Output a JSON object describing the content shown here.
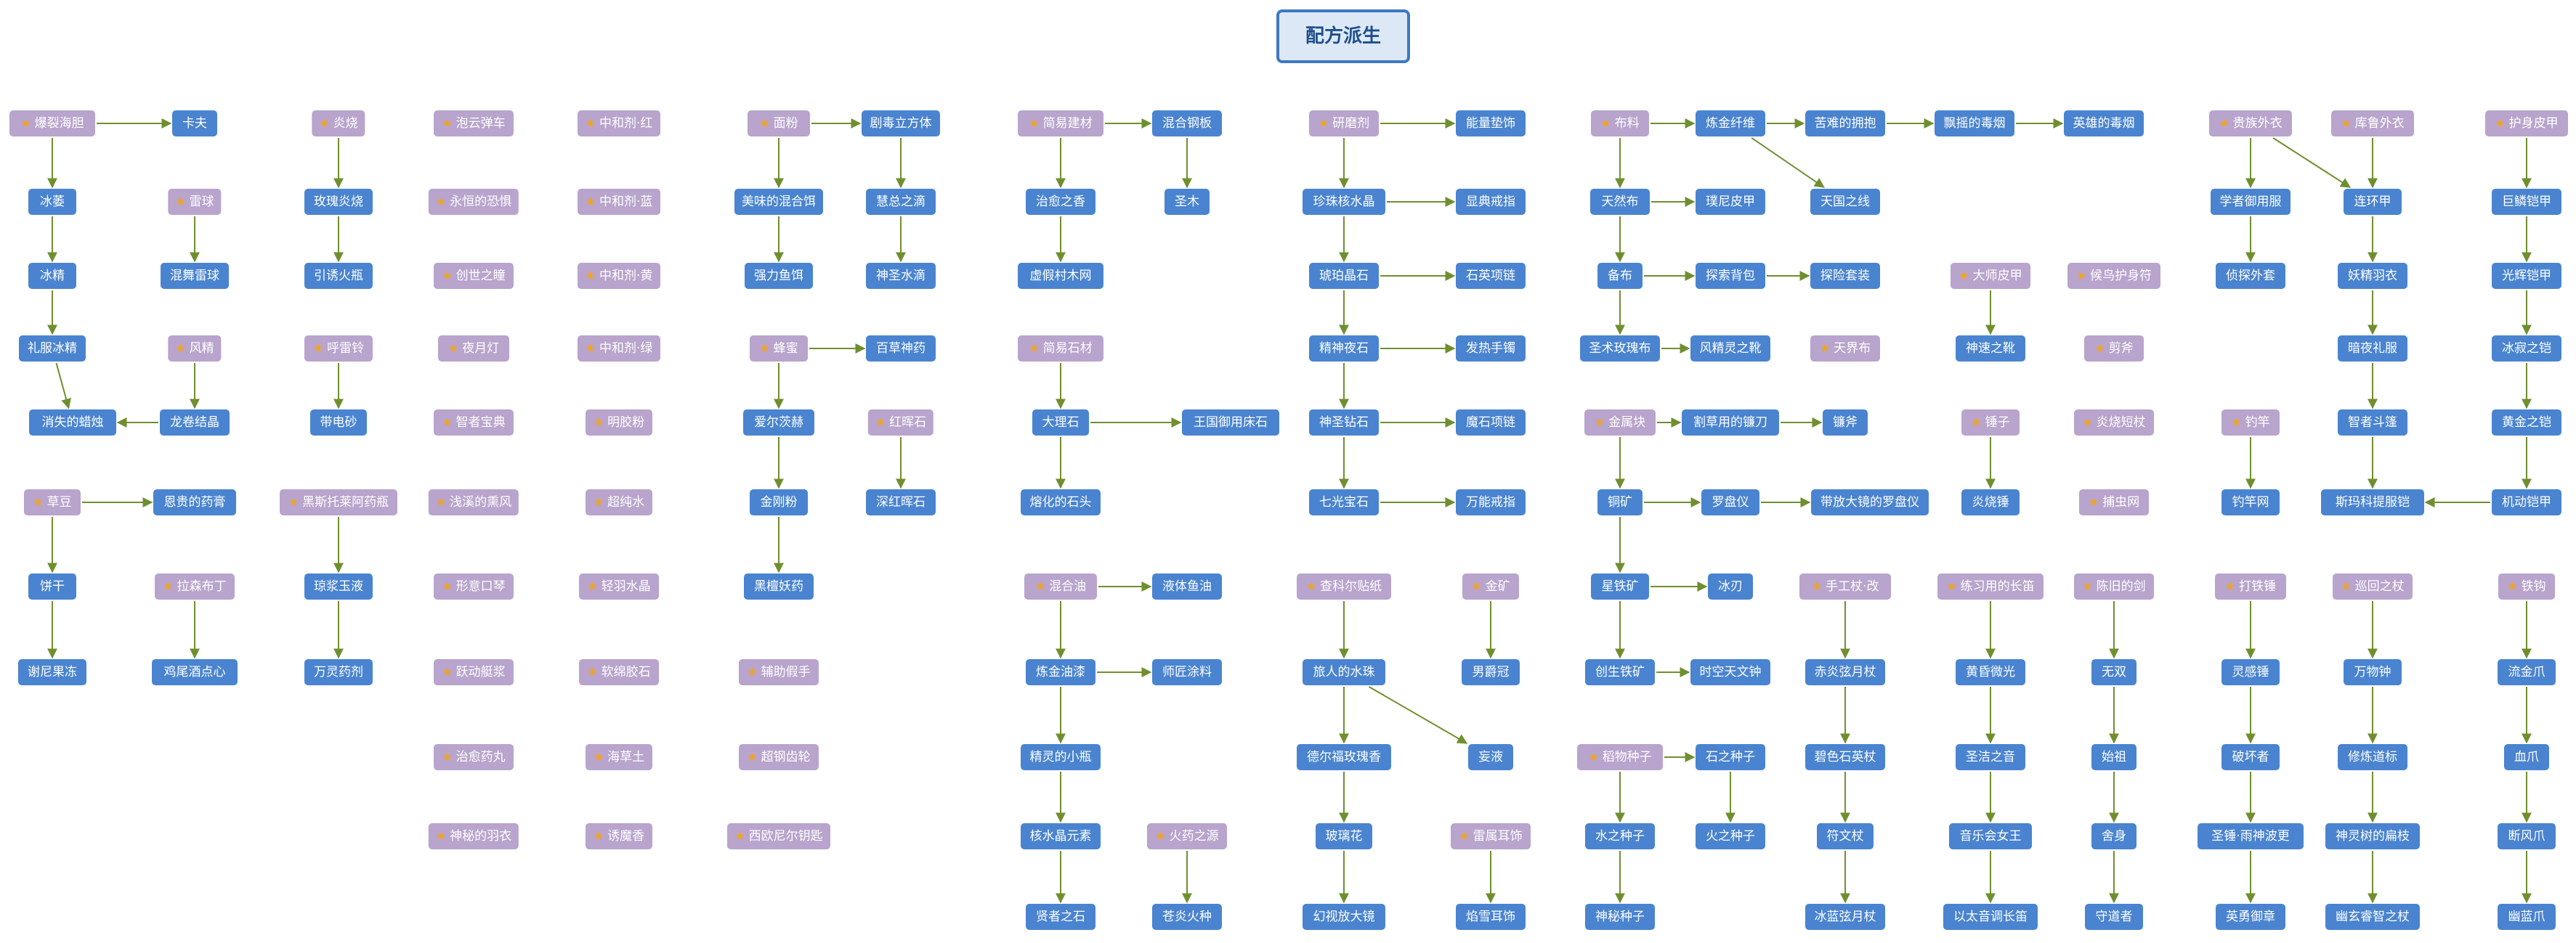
{
  "title": "配方派生",
  "colors": {
    "derived": "#4a84d0",
    "base": "#b8a4cc",
    "edge": "#6f8f2f",
    "star": "#f2a51c",
    "title_border": "#3d78c4",
    "title_bg": "#dde8f6"
  },
  "nodes": {
    "n1": {
      "label": "爆裂海胆",
      "type": "base"
    },
    "n2": {
      "label": "卡夫",
      "type": "derived"
    },
    "n3": {
      "label": "冰萎",
      "type": "derived"
    },
    "n4": {
      "label": "冰精",
      "type": "derived"
    },
    "n5": {
      "label": "礼服冰精",
      "type": "derived"
    },
    "n6": {
      "label": "消失的蜡烛",
      "type": "derived"
    },
    "n7": {
      "label": "雷球",
      "type": "base"
    },
    "n8": {
      "label": "混舞雷球",
      "type": "derived"
    },
    "n9": {
      "label": "风精",
      "type": "base"
    },
    "n10": {
      "label": "龙卷结晶",
      "type": "derived"
    },
    "n11": {
      "label": "草豆",
      "type": "base"
    },
    "n12": {
      "label": "恩贵的药膏",
      "type": "derived"
    },
    "n13": {
      "label": "饼干",
      "type": "derived"
    },
    "n14": {
      "label": "谢尼果冻",
      "type": "derived"
    },
    "n15": {
      "label": "拉森布丁",
      "type": "base"
    },
    "n16": {
      "label": "鸡尾酒点心",
      "type": "derived"
    },
    "n17": {
      "label": "炎烧",
      "type": "base"
    },
    "n18": {
      "label": "玫瑰炎烧",
      "type": "derived"
    },
    "n19": {
      "label": "引诱火瓶",
      "type": "derived"
    },
    "n20": {
      "label": "呼雷铃",
      "type": "base"
    },
    "n21": {
      "label": "带电砂",
      "type": "derived"
    },
    "n22": {
      "label": "黑斯托莱阿药瓶",
      "type": "base"
    },
    "n23": {
      "label": "琼浆玉液",
      "type": "derived"
    },
    "n24": {
      "label": "万灵药剂",
      "type": "derived"
    },
    "n25": {
      "label": "泡云弹车",
      "type": "base"
    },
    "n26": {
      "label": "永恒的恐惧",
      "type": "base"
    },
    "n27": {
      "label": "创世之瞳",
      "type": "base"
    },
    "n28": {
      "label": "夜月灯",
      "type": "base"
    },
    "n29": {
      "label": "智者宝典",
      "type": "base"
    },
    "n30": {
      "label": "浅溪的熏风",
      "type": "base"
    },
    "n31": {
      "label": "形意口琴",
      "type": "base"
    },
    "n32": {
      "label": "跃动艇浆",
      "type": "base"
    },
    "n33": {
      "label": "治愈药丸",
      "type": "base"
    },
    "n34": {
      "label": "神秘的羽衣",
      "type": "base"
    },
    "n35": {
      "label": "中和剂·红",
      "type": "base"
    },
    "n36": {
      "label": "中和剂·蓝",
      "type": "base"
    },
    "n37": {
      "label": "中和剂·黄",
      "type": "base"
    },
    "n38": {
      "label": "中和剂·绿",
      "type": "base"
    },
    "n39": {
      "label": "明胶粉",
      "type": "base"
    },
    "n40": {
      "label": "超纯水",
      "type": "base"
    },
    "n41": {
      "label": "轻羽水晶",
      "type": "base"
    },
    "n42": {
      "label": "软绵胶石",
      "type": "base"
    },
    "n43": {
      "label": "海草土",
      "type": "base"
    },
    "n44": {
      "label": "诱魔香",
      "type": "base"
    },
    "n45": {
      "label": "面粉",
      "type": "base"
    },
    "n46": {
      "label": "剧毒立方体",
      "type": "derived"
    },
    "n47": {
      "label": "美味的混合饵",
      "type": "derived"
    },
    "n48": {
      "label": "强力鱼饵",
      "type": "derived"
    },
    "n49": {
      "label": "慧总之滴",
      "type": "derived"
    },
    "n50": {
      "label": "神圣水滴",
      "type": "derived"
    },
    "n51": {
      "label": "蜂蜜",
      "type": "base"
    },
    "n52": {
      "label": "百草神药",
      "type": "derived"
    },
    "n53": {
      "label": "爱尔茨赫",
      "type": "derived"
    },
    "n54": {
      "label": "金刚粉",
      "type": "derived"
    },
    "n55": {
      "label": "黑檀妖药",
      "type": "derived"
    },
    "n56": {
      "label": "红晖石",
      "type": "base"
    },
    "n57": {
      "label": "深红晖石",
      "type": "derived"
    },
    "n58": {
      "label": "辅助假手",
      "type": "base"
    },
    "n59": {
      "label": "超钢齿轮",
      "type": "base"
    },
    "n60": {
      "label": "西欧尼尔钥匙",
      "type": "base"
    },
    "n61": {
      "label": "简易建材",
      "type": "base"
    },
    "n62": {
      "label": "混合钢板",
      "type": "derived"
    },
    "n63": {
      "label": "治愈之香",
      "type": "derived"
    },
    "n64": {
      "label": "虚假村木网",
      "type": "derived"
    },
    "n65": {
      "label": "圣木",
      "type": "derived"
    },
    "n66": {
      "label": "简易石材",
      "type": "base"
    },
    "n67": {
      "label": "大理石",
      "type": "derived"
    },
    "n68": {
      "label": "王国御用床石",
      "type": "derived"
    },
    "n69": {
      "label": "熔化的石头",
      "type": "derived"
    },
    "n70": {
      "label": "混合油",
      "type": "base"
    },
    "n71": {
      "label": "液体鱼油",
      "type": "derived"
    },
    "n72": {
      "label": "炼金油漆",
      "type": "derived"
    },
    "n73": {
      "label": "师匠涂料",
      "type": "derived"
    },
    "n74": {
      "label": "精灵的小瓶",
      "type": "derived"
    },
    "n75": {
      "label": "核水晶元素",
      "type": "derived"
    },
    "n76": {
      "label": "贤者之石",
      "type": "derived"
    },
    "n77": {
      "label": "火药之源",
      "type": "base"
    },
    "n78": {
      "label": "苍炎火种",
      "type": "derived"
    },
    "n79": {
      "label": "研磨剂",
      "type": "base"
    },
    "n80": {
      "label": "能量垫饰",
      "type": "derived"
    },
    "n81": {
      "label": "珍珠核水晶",
      "type": "derived"
    },
    "n82": {
      "label": "琥珀晶石",
      "type": "derived"
    },
    "n83": {
      "label": "精神夜石",
      "type": "derived"
    },
    "n84": {
      "label": "神圣钻石",
      "type": "derived"
    },
    "n85": {
      "label": "七光宝石",
      "type": "derived"
    },
    "n86": {
      "label": "显典戒指",
      "type": "derived"
    },
    "n87": {
      "label": "石英项链",
      "type": "derived"
    },
    "n88": {
      "label": "发热手镯",
      "type": "derived"
    },
    "n89": {
      "label": "魔石项链",
      "type": "derived"
    },
    "n90": {
      "label": "万能戒指",
      "type": "derived"
    },
    "n91": {
      "label": "查科尔贴纸",
      "type": "base"
    },
    "n92": {
      "label": "旅人的水珠",
      "type": "derived"
    },
    "n93": {
      "label": "德尔福玫瑰香",
      "type": "derived"
    },
    "n94": {
      "label": "玻璃花",
      "type": "derived"
    },
    "n95": {
      "label": "幻视放大镜",
      "type": "derived"
    },
    "n96": {
      "label": "金矿",
      "type": "base"
    },
    "n97": {
      "label": "男爵冠",
      "type": "derived"
    },
    "n98": {
      "label": "妄液",
      "type": "derived"
    },
    "n99": {
      "label": "雷属耳饰",
      "type": "base"
    },
    "n100": {
      "label": "焰雪耳饰",
      "type": "derived"
    },
    "n101": {
      "label": "布料",
      "type": "base"
    },
    "n102": {
      "label": "炼金纤维",
      "type": "derived"
    },
    "n103": {
      "label": "苦难的拥抱",
      "type": "derived"
    },
    "n104": {
      "label": "飘摇的毒烟",
      "type": "derived"
    },
    "n105": {
      "label": "英雄的毒烟",
      "type": "derived"
    },
    "n106": {
      "label": "天然布",
      "type": "derived"
    },
    "n107": {
      "label": "璞尼皮甲",
      "type": "derived"
    },
    "n108": {
      "label": "天国之线",
      "type": "derived"
    },
    "n109": {
      "label": "备布",
      "type": "derived"
    },
    "n110": {
      "label": "探索背包",
      "type": "derived"
    },
    "n111": {
      "label": "探险套装",
      "type": "derived"
    },
    "n112": {
      "label": "圣术玫瑰布",
      "type": "derived"
    },
    "n113": {
      "label": "风精灵之靴",
      "type": "derived"
    },
    "n114": {
      "label": "天界布",
      "type": "base"
    },
    "n115": {
      "label": "金属块",
      "type": "base"
    },
    "n116": {
      "label": "割草用的镰刀",
      "type": "derived"
    },
    "n117": {
      "label": "镰斧",
      "type": "derived"
    },
    "n118": {
      "label": "铜矿",
      "type": "derived"
    },
    "n119": {
      "label": "罗盘仪",
      "type": "derived"
    },
    "n120": {
      "label": "带放大镜的罗盘仪",
      "type": "derived"
    },
    "n121": {
      "label": "星铁矿",
      "type": "derived"
    },
    "n122": {
      "label": "冰刃",
      "type": "derived"
    },
    "n123": {
      "label": "创生铁矿",
      "type": "derived"
    },
    "n124": {
      "label": "时空天文钟",
      "type": "derived"
    },
    "n125": {
      "label": "稻物种子",
      "type": "base"
    },
    "n126": {
      "label": "石之种子",
      "type": "derived"
    },
    "n127": {
      "label": "水之种子",
      "type": "derived"
    },
    "n128": {
      "label": "火之种子",
      "type": "derived"
    },
    "n129": {
      "label": "神秘种子",
      "type": "derived"
    },
    "n130": {
      "label": "手工杖·改",
      "type": "base"
    },
    "n131": {
      "label": "赤炎弦月杖",
      "type": "derived"
    },
    "n132": {
      "label": "碧色石英杖",
      "type": "derived"
    },
    "n133": {
      "label": "符文杖",
      "type": "derived"
    },
    "n134": {
      "label": "冰蓝弦月杖",
      "type": "derived"
    },
    "n135": {
      "label": "大师皮甲",
      "type": "base"
    },
    "n136": {
      "label": "神速之靴",
      "type": "derived"
    },
    "n137": {
      "label": "锤子",
      "type": "base"
    },
    "n138": {
      "label": "炎烧锤",
      "type": "derived"
    },
    "n139": {
      "label": "练习用的长笛",
      "type": "base"
    },
    "n140": {
      "label": "黄昏微光",
      "type": "derived"
    },
    "n141": {
      "label": "圣洁之音",
      "type": "derived"
    },
    "n142": {
      "label": "音乐会女王",
      "type": "derived"
    },
    "n143": {
      "label": "以太音调长笛",
      "type": "derived"
    },
    "n144": {
      "label": "候鸟护身符",
      "type": "base"
    },
    "n145": {
      "label": "剪斧",
      "type": "base"
    },
    "n146": {
      "label": "炎烧短杖",
      "type": "base"
    },
    "n147": {
      "label": "捕虫网",
      "type": "base"
    },
    "n148": {
      "label": "陈旧的剑",
      "type": "base"
    },
    "n149": {
      "label": "无双",
      "type": "derived"
    },
    "n150": {
      "label": "始祖",
      "type": "derived"
    },
    "n151": {
      "label": "舍身",
      "type": "derived"
    },
    "n152": {
      "label": "守道者",
      "type": "derived"
    },
    "n153": {
      "label": "贵族外衣",
      "type": "base"
    },
    "n154": {
      "label": "学者御用服",
      "type": "derived"
    },
    "n155": {
      "label": "侦探外套",
      "type": "derived"
    },
    "n156": {
      "label": "钓竿",
      "type": "base"
    },
    "n157": {
      "label": "钓竿网",
      "type": "derived"
    },
    "n158": {
      "label": "打铁锤",
      "type": "base"
    },
    "n159": {
      "label": "灵感锤",
      "type": "derived"
    },
    "n160": {
      "label": "破坏者",
      "type": "derived"
    },
    "n161": {
      "label": "圣锤·雨神波更",
      "type": "derived"
    },
    "n162": {
      "label": "英勇御章",
      "type": "derived"
    },
    "n163": {
      "label": "库鲁外衣",
      "type": "base"
    },
    "n164": {
      "label": "连环甲",
      "type": "derived"
    },
    "n165": {
      "label": "妖精羽衣",
      "type": "derived"
    },
    "n166": {
      "label": "暗夜礼服",
      "type": "derived"
    },
    "n167": {
      "label": "智者斗篷",
      "type": "derived"
    },
    "n168": {
      "label": "斯玛科提服铠",
      "type": "derived"
    },
    "n169": {
      "label": "巡回之杖",
      "type": "base"
    },
    "n170": {
      "label": "万物钟",
      "type": "derived"
    },
    "n171": {
      "label": "修炼道标",
      "type": "derived"
    },
    "n172": {
      "label": "神灵树的扁枝",
      "type": "derived"
    },
    "n173": {
      "label": "幽玄睿智之杖",
      "type": "derived"
    },
    "n174": {
      "label": "护身皮甲",
      "type": "base"
    },
    "n175": {
      "label": "巨鳞铠甲",
      "type": "derived"
    },
    "n176": {
      "label": "光辉铠甲",
      "type": "derived"
    },
    "n177": {
      "label": "冰寂之铠",
      "type": "derived"
    },
    "n178": {
      "label": "黄金之铠",
      "type": "derived"
    },
    "n179": {
      "label": "机动铠甲",
      "type": "derived"
    },
    "n180": {
      "label": "铁钩",
      "type": "base"
    },
    "n181": {
      "label": "流金爪",
      "type": "derived"
    },
    "n182": {
      "label": "血爪",
      "type": "derived"
    },
    "n183": {
      "label": "断风爪",
      "type": "derived"
    },
    "n184": {
      "label": "幽蓝爪",
      "type": "derived"
    }
  }
}
